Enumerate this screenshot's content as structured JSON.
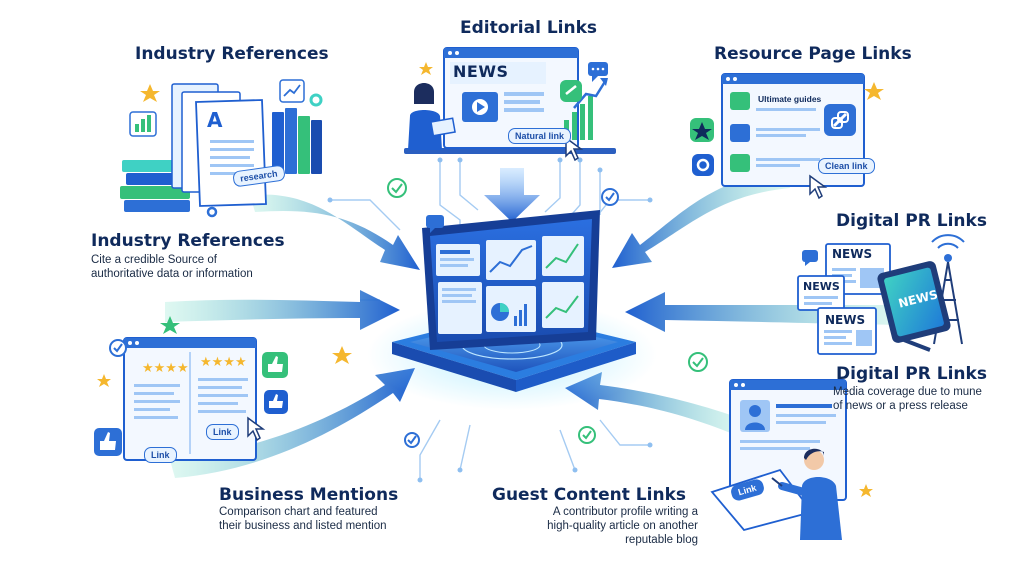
{
  "sections": {
    "top_center": {
      "title": "Editorial Links"
    },
    "top_left": {
      "title": "Industry References"
    },
    "top_right": {
      "title": "Resource Page Links"
    },
    "mid_left": {
      "title": "Industry References",
      "desc_lines": [
        "Cite a credible Source of",
        "authoritative data or information"
      ]
    },
    "mid_right": {
      "title": "Digital PR Links"
    },
    "lower_right": {
      "title": "Digital PR Links",
      "desc_lines": [
        "Media coverage due to mune",
        "of news or a press release"
      ]
    },
    "bottom_left": {
      "title": "Business Mentions",
      "desc_lines": [
        "Comparison chart and featured",
        "their business and listed mention"
      ]
    },
    "bottom_center": {
      "title": "Guest Content Links",
      "desc_lines": [
        "A contributor profile writing a",
        "high-quality article on another",
        "reputable blog"
      ]
    }
  },
  "labels": {
    "news": "NEWS",
    "natural_link": "Natural link",
    "research": "research",
    "ultimate_guides": "Ultimate guides",
    "clean_link": "Clean link",
    "link": "Link",
    "doc_letter": "A"
  },
  "icons": [
    "check-icon",
    "star-icon",
    "thumbs-up-icon",
    "cursor-icon",
    "gear-icon",
    "link-icon",
    "chat-bubble-icon",
    "broadcast-tower-icon",
    "play-icon",
    "pie-chart-icon"
  ],
  "colors": {
    "navy": "#0f2a5c",
    "blue": "#2d6fd6",
    "light_blue": "#9fd0ff",
    "teal": "#3fd1c4",
    "green": "#35c07a",
    "star": "#f5b72e"
  }
}
